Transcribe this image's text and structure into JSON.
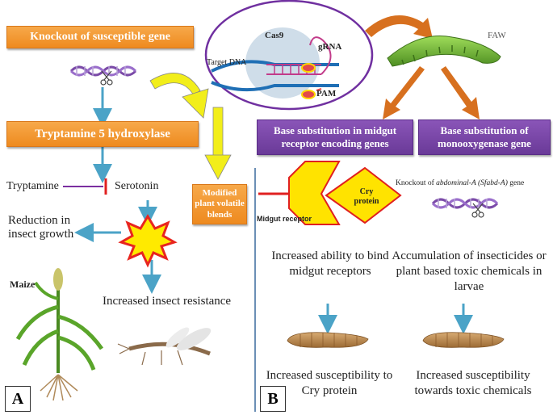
{
  "panel_a": {
    "label": "A",
    "knockout_box": "Knockout of susceptible gene",
    "enzyme_box": "Tryptamine 5 hydroxylase",
    "tryptamine": "Tryptamine",
    "serotonin": "Serotonin",
    "reduction": "Reduction in insect growth",
    "resistance": "Increased insect resistance",
    "maize": "Maize",
    "volatile_box": "Modified plant volatile blends"
  },
  "crispr": {
    "cas9": "Cas9",
    "grna": "gRNA",
    "target_dna": "Target DNA",
    "pam": "PAM"
  },
  "panel_b": {
    "label": "B",
    "faw": "FAW",
    "midgut_box": "Base substitution in midgut receptor encoding genes",
    "mono_box": "Base substitution of monooxygenase gene",
    "cry": "Cry protein",
    "midgut_receptor": "Midgut receptor",
    "knockout_prefix": "Knockout of ",
    "knockout_gene": "abdominal-A (Sfabd-A)",
    "knockout_suffix": " gene",
    "bind": "Increased ability to bind midgut receptors",
    "accum": "Accumulation of insecticides or plant based toxic chemicals in larvae",
    "susc_cry": "Increased susceptibility to Cry protein",
    "susc_toxic": "Increased susceptibility towards toxic chemicals"
  },
  "colors": {
    "orange": "#ee8a1f",
    "purple": "#6a3a98",
    "arrow_blue": "#4ba3c7",
    "yellow": "#f2ee1a",
    "divider": "#6b8fb5"
  }
}
